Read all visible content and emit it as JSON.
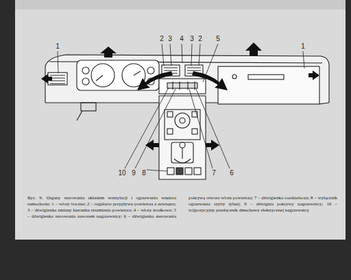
{
  "diagram": {
    "caption": "Rys. 9. Organy sterowania układem wentylacji i ogrzewania wnętrza samochodu: 1 – wloty boczne; 2 – regulator przypływu powietrza z zewnątrz; 3 – dźwigienka zmiany kierunku strumienia powietrza; 4 – wloty środkowe; 5 – dźwigienka sterowania zaworem nagrzewnicy; 6 – dźwigienka sterowania pokrywą otworu wlotu powietrza; 7 – dźwigienka rozdzielacza; 8 – wyłącznik ogrzewania szyby tylnej; 9 – dźwignia pokrywy nagrzewnicy; 10 – trójpozycyjny przełącznik dmuchawy elektrycznej nagrzewnicy",
    "labels": [
      "1",
      "2",
      "3",
      "4",
      "3",
      "2",
      "5",
      "1",
      "10",
      "9",
      "8",
      "7",
      "6"
    ]
  }
}
